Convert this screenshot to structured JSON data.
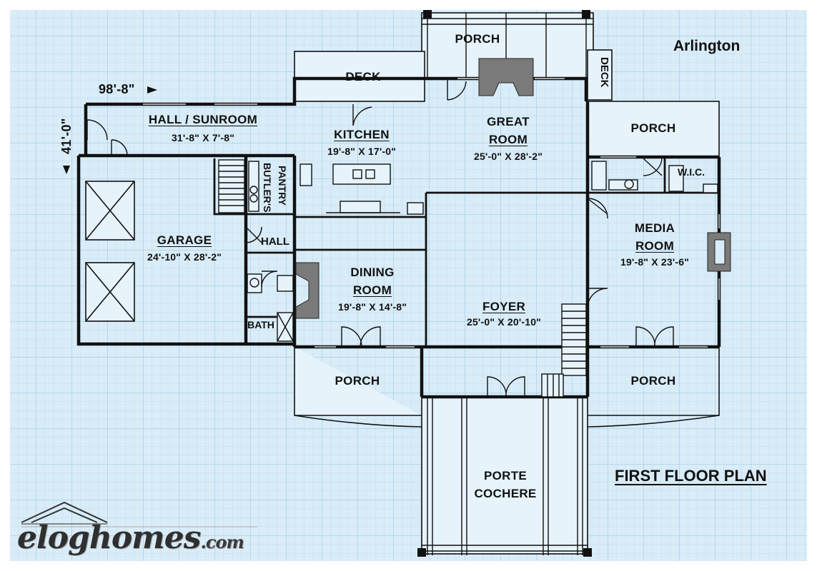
{
  "title": "Arlington",
  "plan_title": "FIRST FLOOR PLAN",
  "dimensions": {
    "width": "98'-8\"",
    "depth": "41'-0\""
  },
  "rooms": {
    "porch_top": "PORCH",
    "deck_top": "DECK",
    "deck_right": "DECK",
    "hall_sunroom": {
      "name": "HALL / SUNROOM",
      "dim": "31'-8\" X 7'-8\""
    },
    "kitchen": {
      "name": "KITCHEN",
      "dim": "19'-8\" X 17'-0\""
    },
    "great_room": {
      "name_line1": "GREAT",
      "name_line2": "ROOM",
      "dim": "25'-0\" X 28'-2\""
    },
    "porch_right_top": "PORCH",
    "wic": "W.I.C.",
    "butlers_pantry": {
      "line1": "BUTLER'S",
      "line2": "PANTRY"
    },
    "garage": {
      "name": "GARAGE",
      "dim": "24'-10\" X 28'-2\""
    },
    "hall": "HALL",
    "media_room": {
      "name_line1": "MEDIA",
      "name_line2": "ROOM",
      "dim": "19'-8\" X 23'-6\""
    },
    "dining_room": {
      "name_line1": "DINING",
      "name_line2": "ROOM",
      "dim": "19'-8\" X 14'-8\""
    },
    "foyer": {
      "name": "FOYER",
      "dim": "25'-0\" X 20'-10\""
    },
    "bath": "BATH",
    "porch_left_bottom": "PORCH",
    "porch_right_bottom": "PORCH",
    "porte_cochere": {
      "line1": "PORTE",
      "line2": "COCHERE"
    }
  },
  "logo": {
    "main": "eloghomes",
    "suffix": ".com"
  },
  "colors": {
    "grid_bg": "#d9ecf7",
    "grid_line": "#a9d1ea",
    "wall": "#111111",
    "brick": "#6e6e6e"
  }
}
